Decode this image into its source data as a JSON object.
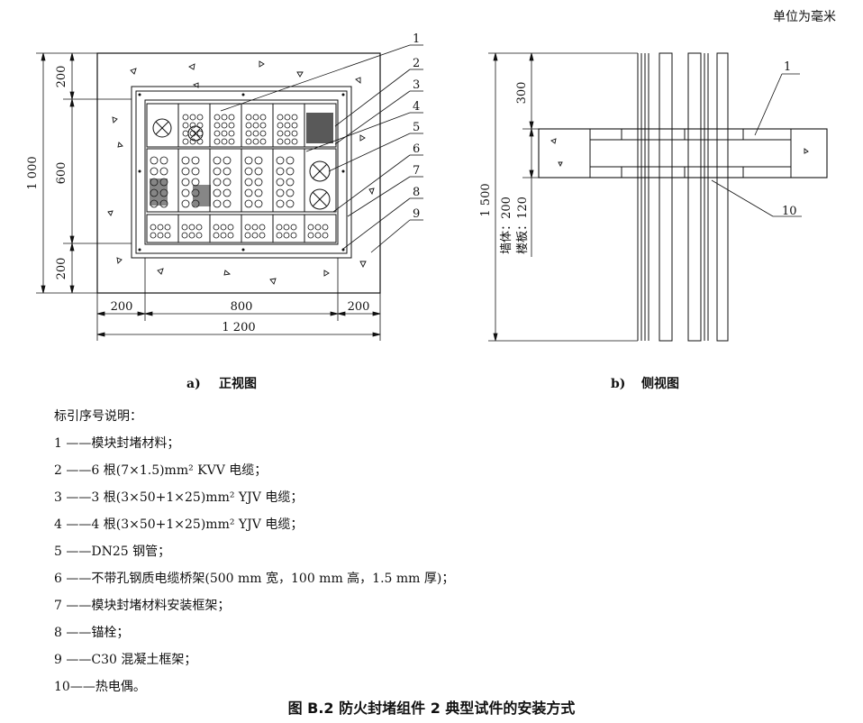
{
  "unit_note": "单位为毫米",
  "front_view": {
    "caption_letter": "a)",
    "caption_text": "正视图",
    "dims": {
      "top_200": "200",
      "mid_600": "600",
      "bot_200": "200",
      "total_1000": "1 000",
      "left_200": "200",
      "mid_800": "800",
      "right_200": "200",
      "total_1200": "1 200"
    },
    "callouts": [
      "1",
      "2",
      "3",
      "4",
      "5",
      "6",
      "7",
      "8",
      "9"
    ]
  },
  "side_view": {
    "caption_letter": "b)",
    "caption_text": "侧视图",
    "dims": {
      "top_300": "300",
      "total_1500": "1 500",
      "wall_label": "墙体：200",
      "floor_label": "楼板：120"
    },
    "callouts": [
      "1",
      "10"
    ]
  },
  "legend": {
    "title": "标引序号说明：",
    "items": [
      {
        "num": "1",
        "text": "——模块封堵材料；"
      },
      {
        "num": "2",
        "text": "——6 根(7×1.5)mm² KVV 电缆；"
      },
      {
        "num": "3",
        "text": "——3 根(3×50+1×25)mm² YJV 电缆；"
      },
      {
        "num": "4",
        "text": "——4 根(3×50+1×25)mm² YJV 电缆；"
      },
      {
        "num": "5",
        "text": "——DN25 钢管；"
      },
      {
        "num": "6",
        "text": "——不带孔钢质电缆桥架(500 mm 宽，100 mm 高，1.5 mm 厚)；"
      },
      {
        "num": "7",
        "text": "——模块封堵材料安装框架；"
      },
      {
        "num": "8",
        "text": "——锚栓；"
      },
      {
        "num": "9",
        "text": "——C30 混凝土框架；"
      },
      {
        "num": "10",
        "text": "——热电偶。"
      }
    ]
  },
  "figure_caption": "图 B.2   防火封堵组件 2 典型试件的安装方式"
}
